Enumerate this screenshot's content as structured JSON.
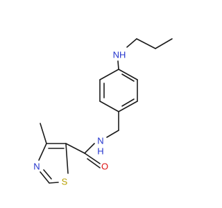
{
  "molecule": {
    "atoms": [
      {
        "id": "NH_top",
        "text": "NH",
        "color": "#2233cc"
      },
      {
        "id": "N_amide",
        "text": "N",
        "color": "#2233cc"
      },
      {
        "id": "H_amide",
        "text": "H",
        "color": "#2233cc"
      },
      {
        "id": "O_carbonyl",
        "text": "O",
        "color": "#dd1111"
      },
      {
        "id": "N_ring",
        "text": "N",
        "color": "#2233cc"
      },
      {
        "id": "S_ring",
        "text": "S",
        "color": "#b8a000"
      }
    ],
    "bond_color": "#1a1a1a"
  }
}
